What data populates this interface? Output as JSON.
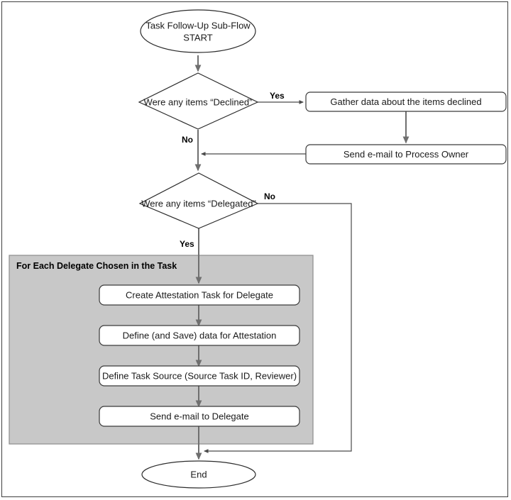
{
  "diagram": {
    "title": "Task Follow-Up Sub-Flow",
    "frame_color": "#3f3f3f",
    "group_fill": "#c8c8c8",
    "node_fill": "#ffffff",
    "connector_color": "#6f6f6f"
  },
  "nodes": {
    "start": {
      "label_line1": "Task Follow-Up Sub-Flow",
      "label_line2": "START",
      "type": "terminator"
    },
    "decision_declined": {
      "label": "Were any items “Declined”",
      "type": "decision"
    },
    "gather_data": {
      "label": "Gather data about the items declined",
      "type": "process"
    },
    "email_process_owner": {
      "label": "Send e-mail to Process Owner",
      "type": "process"
    },
    "decision_delegated": {
      "label": "Were any items “Delegated”",
      "type": "decision"
    },
    "create_attestation": {
      "label": "Create Attestation Task for Delegate",
      "type": "process"
    },
    "define_save_data": {
      "label": "Define (and Save) data for Attestation",
      "type": "process"
    },
    "define_task_source": {
      "label": "Define Task Source (Source Task ID, Reviewer)",
      "type": "process"
    },
    "email_delegate": {
      "label": "Send e-mail to Delegate",
      "type": "process"
    },
    "end": {
      "label": "End",
      "type": "terminator"
    }
  },
  "group": {
    "title": "For Each Delegate Chosen in the Task"
  },
  "branch_labels": {
    "declined_yes": "Yes",
    "declined_no": "No",
    "delegated_yes": "Yes",
    "delegated_no": "No"
  }
}
